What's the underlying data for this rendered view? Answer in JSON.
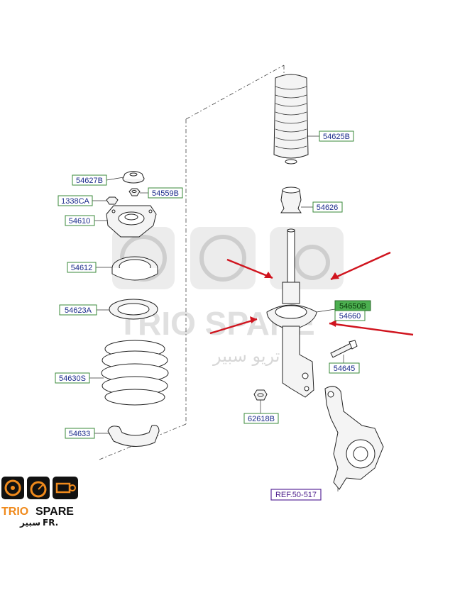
{
  "labels": {
    "p54627B": "54627B",
    "p54559B": "54559B",
    "p1338CA": "1338CA",
    "p54610": "54610",
    "p54612": "54612",
    "p54623A": "54623A",
    "p54630S": "54630S",
    "p54633": "54633",
    "p54625B": "54625B",
    "p54626": "54626",
    "p54650B": "54650B",
    "p54660": "54660",
    "p54645": "54645",
    "p62618B": "62618B",
    "ref": "REF.50-517"
  },
  "watermark": {
    "brand": "TRIO SPARE",
    "arabic": "تريو سبير"
  },
  "logo": {
    "trio": "TRIO",
    "spare": "SPARE",
    "arabic": "سبير",
    "suffix": "FR."
  },
  "colors": {
    "label_text": "#1a2a8a",
    "label_border": "#3a8a3a",
    "highlight_fill": "#4caf50",
    "ref_border": "#5a2a9a",
    "arrow": "#d0141e",
    "logo_orange": "#f08a1c"
  }
}
